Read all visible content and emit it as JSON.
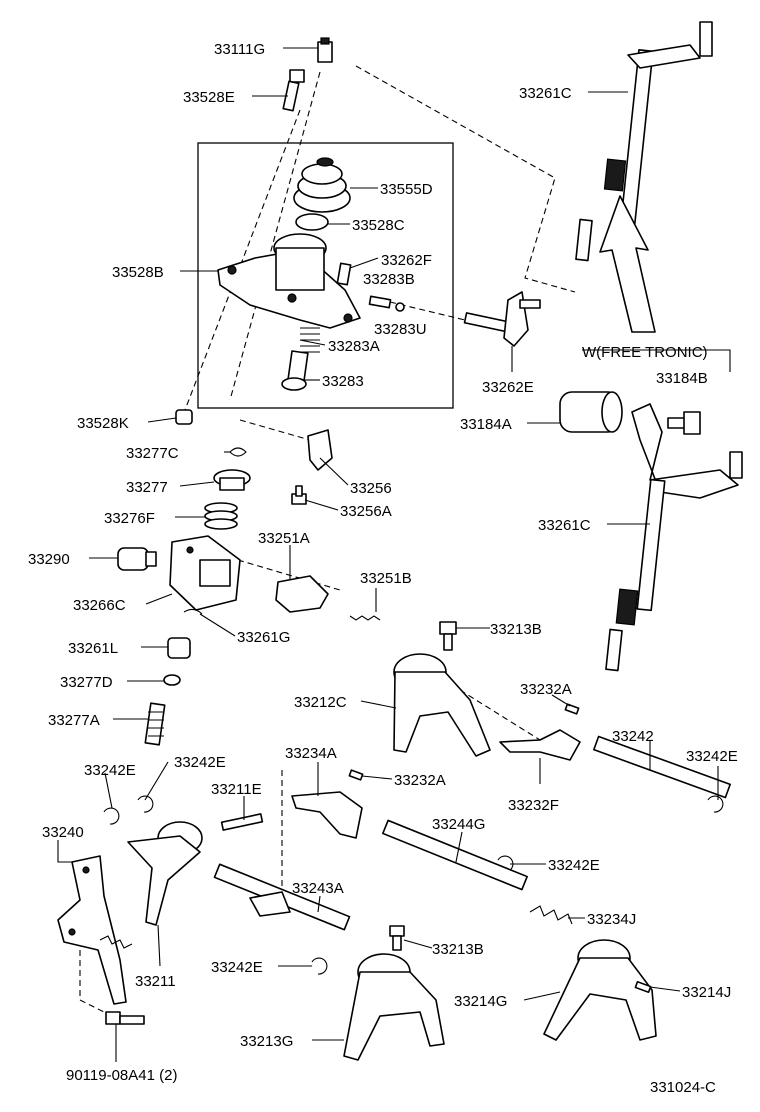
{
  "labels": {
    "p33111G": "33111G",
    "p33528E": "33528E",
    "p33261C_top": "33261C",
    "p33555D": "33555D",
    "p33528C": "33528C",
    "p33528B": "33528B",
    "p33262F": "33262F",
    "p33283B": "33283B",
    "p33283U": "33283U",
    "p33283A": "33283A",
    "p33283": "33283",
    "p33262E": "33262E",
    "w_free_tronic": "W(FREE TRONIC)",
    "p33184B": "33184B",
    "p33184A": "33184A",
    "p33528K": "33528K",
    "p33277C": "33277C",
    "p33277": "33277",
    "p33256": "33256",
    "p33276F": "33276F",
    "p33256A": "33256A",
    "p33261C_mid": "33261C",
    "p33251A": "33251A",
    "p33290": "33290",
    "p33251B": "33251B",
    "p33266C": "33266C",
    "p33261G": "33261G",
    "p33213B_top": "33213B",
    "p33261L": "33261L",
    "p33277D": "33277D",
    "p33232A_r": "33232A",
    "p33212C": "33212C",
    "p33277A": "33277A",
    "p33242": "33242",
    "p33242E_a": "33242E",
    "p33242E_b": "33242E",
    "p33234A": "33234A",
    "p33242E_r": "33242E",
    "p33232A_c": "33232A",
    "p33211E": "33211E",
    "p33232F": "33232F",
    "p33240": "33240",
    "p33244G": "33244G",
    "p33242E_c": "33242E",
    "p33243A": "33243A",
    "p33234J": "33234J",
    "p33213B_bot": "33213B",
    "p33242E_d": "33242E",
    "p33211": "33211",
    "p33214G": "33214G",
    "p33214J": "33214J",
    "p33213G": "33213G",
    "p90119": "90119-08A41 (2)",
    "ref": "331024-C"
  }
}
